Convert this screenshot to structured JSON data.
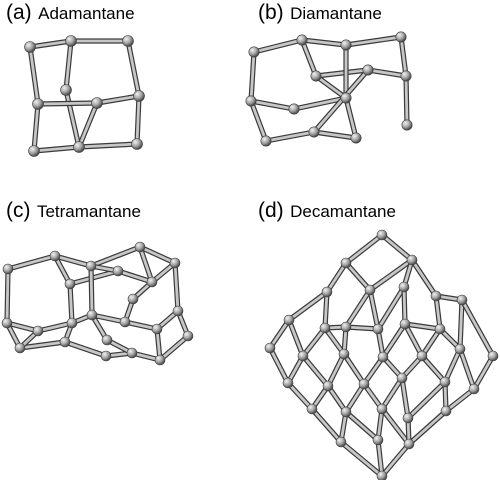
{
  "panels": [
    {
      "letter": "(a)",
      "name": "Adamantane"
    },
    {
      "letter": "(b)",
      "name": "Diamantane"
    },
    {
      "letter": "(c)",
      "name": "Tetramantane"
    },
    {
      "letter": "(d)",
      "name": "Decamantane"
    }
  ],
  "colors": {
    "bond_fill": "#c7c7c7",
    "bond_edge": "#3a3a3a",
    "atom_highlight": "#f2f2f2",
    "atom_mid": "#a3a3a3",
    "atom_shadow": "#404040",
    "text": "#000000"
  }
}
